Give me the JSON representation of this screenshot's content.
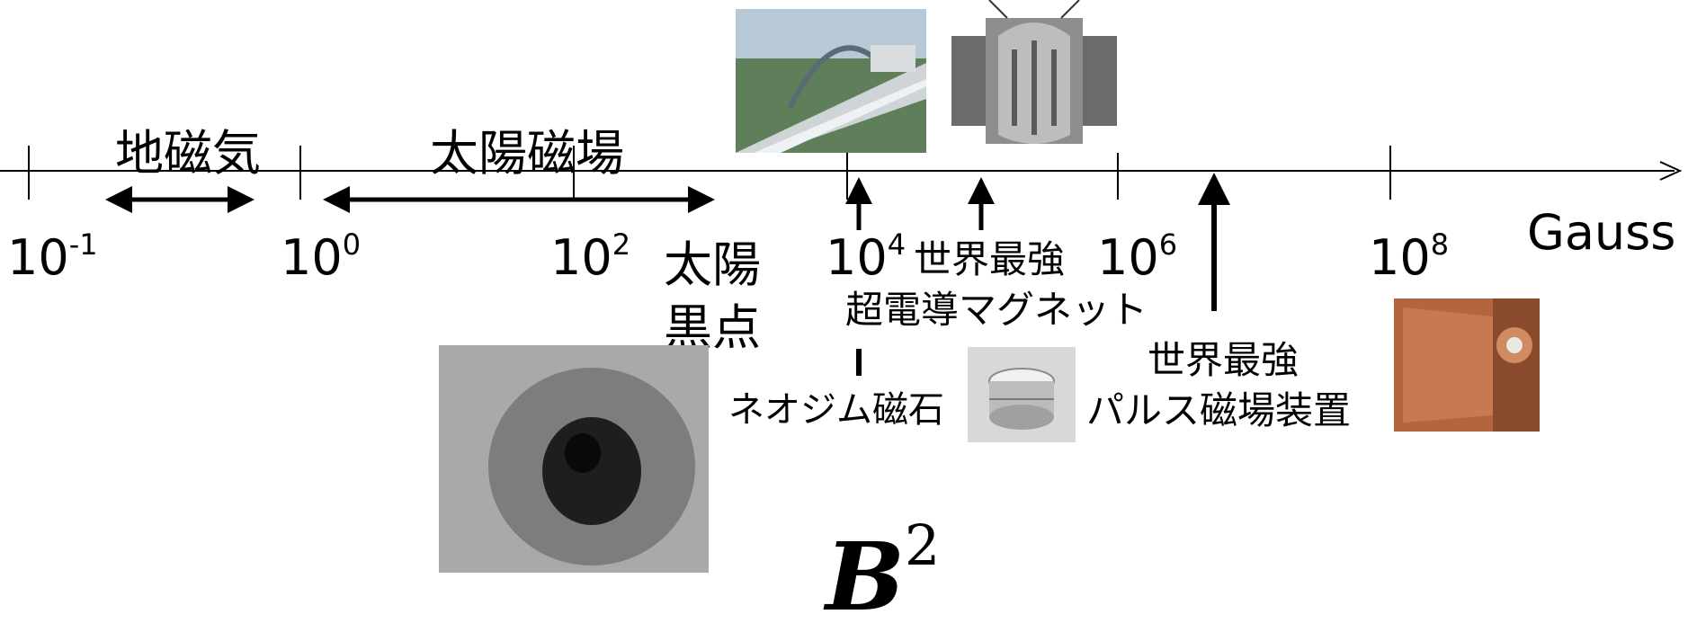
{
  "axis": {
    "unit": "Gauss",
    "ticks": [
      {
        "base": "10",
        "exp": "-1"
      },
      {
        "base": "10",
        "exp": "0"
      },
      {
        "base": "10",
        "exp": "2"
      },
      {
        "base": "10",
        "exp": "4"
      },
      {
        "base": "10",
        "exp": "6"
      },
      {
        "base": "10",
        "exp": "8"
      }
    ]
  },
  "ranges": {
    "geomagnetic": "地磁気",
    "solar_field": "太陽磁場"
  },
  "labels": {
    "sunspot_line1": "太陽",
    "sunspot_line2": "黒点",
    "strongest_sc": "世界最強",
    "superconducting_magnet": "超電導マグネット",
    "neodymium": "ネオジム磁石",
    "strongest_pulse_line1": "世界最強",
    "strongest_pulse_line2": "パルス磁場装置"
  },
  "formula": {
    "symbol": "B",
    "exponent": "2"
  },
  "colors": {
    "axis": "#000000",
    "background": "#ffffff"
  }
}
